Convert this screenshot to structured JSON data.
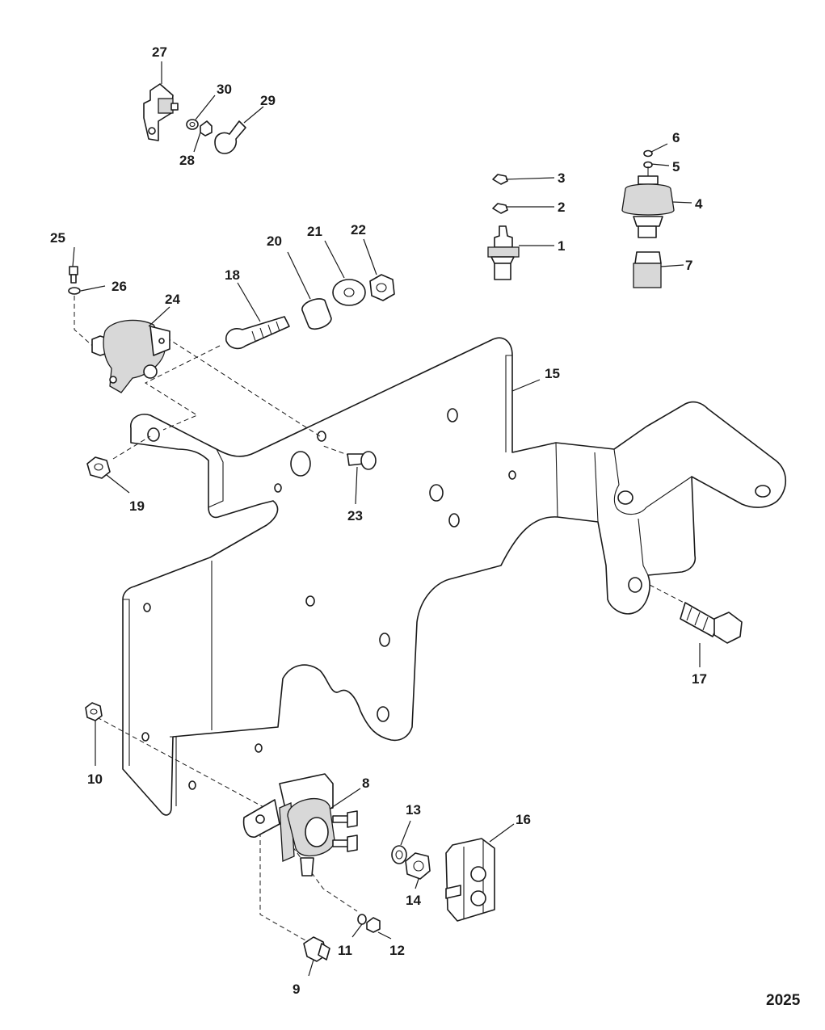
{
  "callouts": [
    {
      "label": "1"
    },
    {
      "label": "2"
    },
    {
      "label": "3"
    },
    {
      "label": "4"
    },
    {
      "label": "5"
    },
    {
      "label": "6"
    },
    {
      "label": "7"
    },
    {
      "label": "8"
    },
    {
      "label": "9"
    },
    {
      "label": "10"
    },
    {
      "label": "11"
    },
    {
      "label": "12"
    },
    {
      "label": "13"
    },
    {
      "label": "14"
    },
    {
      "label": "15"
    },
    {
      "label": "16"
    },
    {
      "label": "17"
    },
    {
      "label": "18"
    },
    {
      "label": "19"
    },
    {
      "label": "20"
    },
    {
      "label": "21"
    },
    {
      "label": "22"
    },
    {
      "label": "23"
    },
    {
      "label": "24"
    },
    {
      "label": "25"
    },
    {
      "label": "26"
    },
    {
      "label": "27"
    },
    {
      "label": "28"
    },
    {
      "label": "29"
    },
    {
      "label": "30"
    }
  ],
  "figure_number": "2025"
}
